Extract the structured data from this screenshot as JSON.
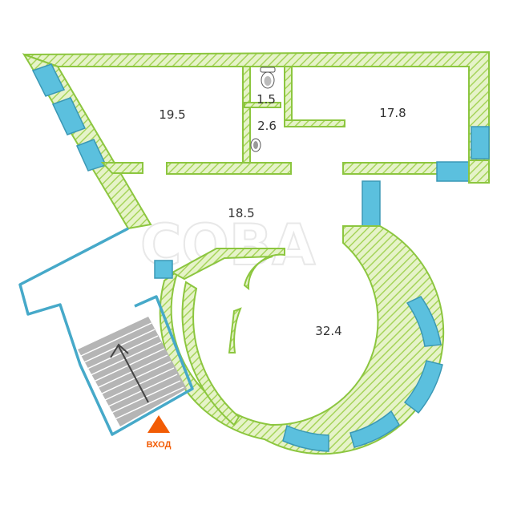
{
  "rooms": [
    {
      "id": "room-1",
      "area": "19.5"
    },
    {
      "id": "room-2",
      "area": "1.5"
    },
    {
      "id": "room-3",
      "area": "2.6"
    },
    {
      "id": "room-4",
      "area": "17.8"
    },
    {
      "id": "room-5",
      "area": "18.5"
    },
    {
      "id": "room-6",
      "area": "32.4"
    }
  ],
  "entrance": {
    "label": "ВХОД",
    "marker_color": "#f25c05"
  },
  "watermark": {
    "text": "СОВА"
  },
  "colors": {
    "wall": "#b4dd6c",
    "wall_stroke": "#8cc63f",
    "window": "#5bc0de",
    "stair": "#b0b0b0",
    "entrance": "#f25c05"
  },
  "icons": [
    "toilet-icon",
    "sink-icon",
    "stair-arrow-icon",
    "entrance-marker-icon"
  ]
}
